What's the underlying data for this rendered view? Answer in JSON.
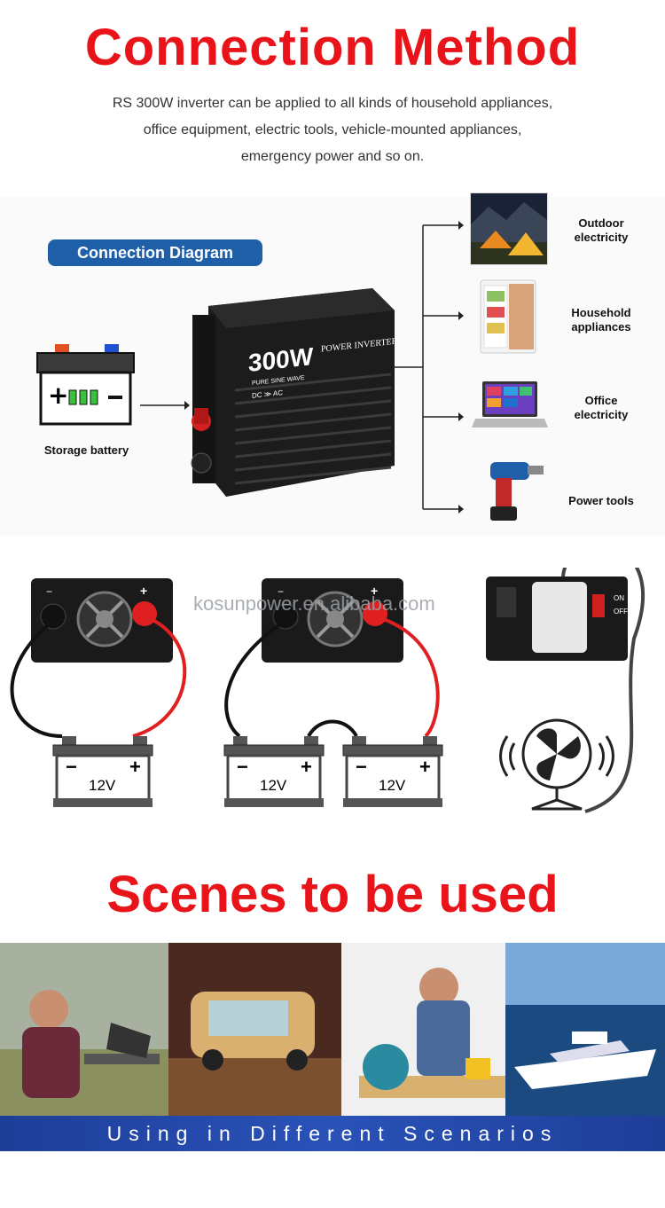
{
  "header": {
    "title": "Connection Method",
    "description_lines": [
      "RS 300W inverter can be applied to all kinds of household appliances,",
      "office equipment, electric tools, vehicle-mounted appliances,",
      "emergency power and so on."
    ]
  },
  "diagram": {
    "badge": "Connection Diagram",
    "battery_label": "Storage battery",
    "battery_signs": "+ ▐▐▐ -",
    "inverter": {
      "power": "300W",
      "wave": "PURE SINE WAVE",
      "name": "POWER INVERTER",
      "dc_ac": "DC ≫ AC"
    },
    "outputs": [
      {
        "line1": "Outdoor",
        "line2": "electricity",
        "icon": "tent-icon"
      },
      {
        "line1": "Household",
        "line2": "appliances",
        "icon": "fridge-icon"
      },
      {
        "line1": "Office",
        "line2": "electricity",
        "icon": "laptop-icon"
      },
      {
        "line1": "Power tools",
        "line2": "",
        "icon": "drill-icon"
      }
    ]
  },
  "wiring": {
    "watermark": "kosunpower.en.alibaba.com",
    "minus": "−",
    "plus": "+",
    "battery_voltage": "12V",
    "switch_on": "ON",
    "switch_off": "OFF",
    "colors": {
      "red": "#e02020",
      "black": "#111111"
    }
  },
  "scenes": {
    "title": "Scenes to be used",
    "banner": "Using in Different Scenarios",
    "panels": [
      "laptop-outdoor-scene",
      "camper-van-scene",
      "worker-saw-scene",
      "yacht-scene"
    ]
  }
}
